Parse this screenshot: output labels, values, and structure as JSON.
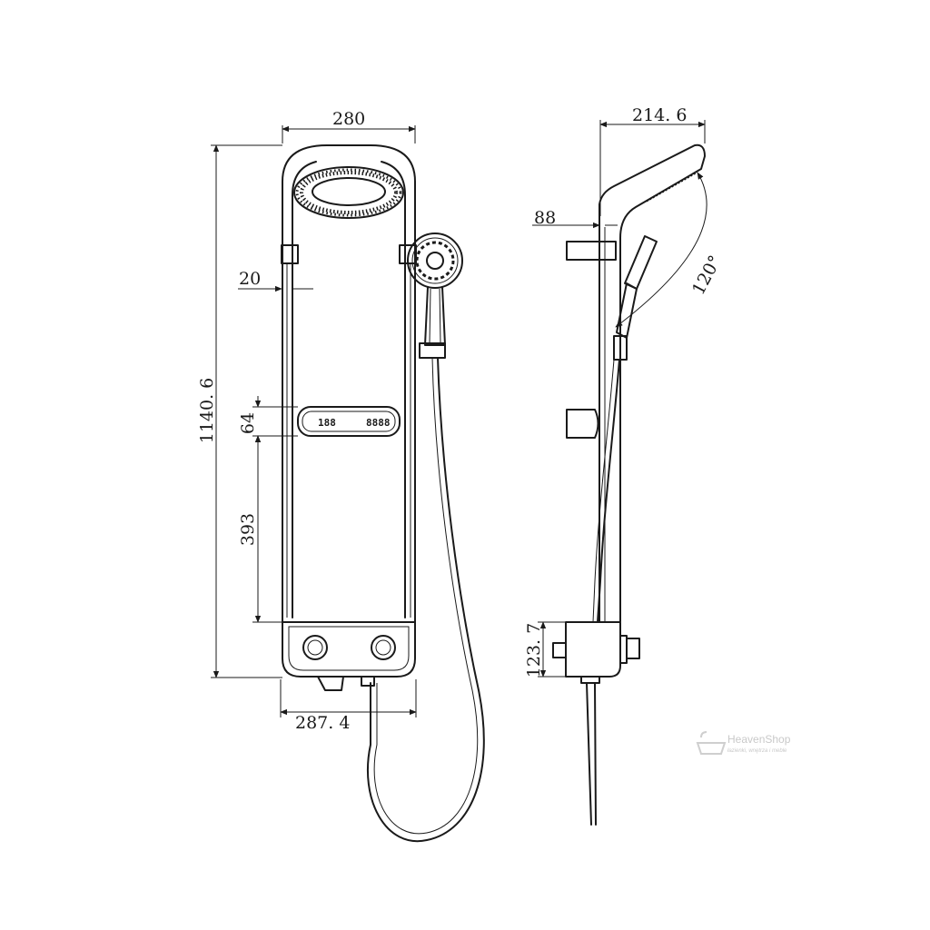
{
  "dimensions": {
    "top_width": "280",
    "height_total": "1140. 6",
    "rail_offset": "20",
    "display_height": "64",
    "display_to_base": "393",
    "bottom_width": "287. 4",
    "side_depth": "214. 6",
    "head_offset": "88",
    "angle": "120°",
    "valve_height": "123. 7"
  },
  "display": {
    "left_digits": "188",
    "right_digits": "8888"
  },
  "watermark": {
    "brand": "HeavenShop",
    "tagline": "łazienki, wnętrza i meble"
  }
}
